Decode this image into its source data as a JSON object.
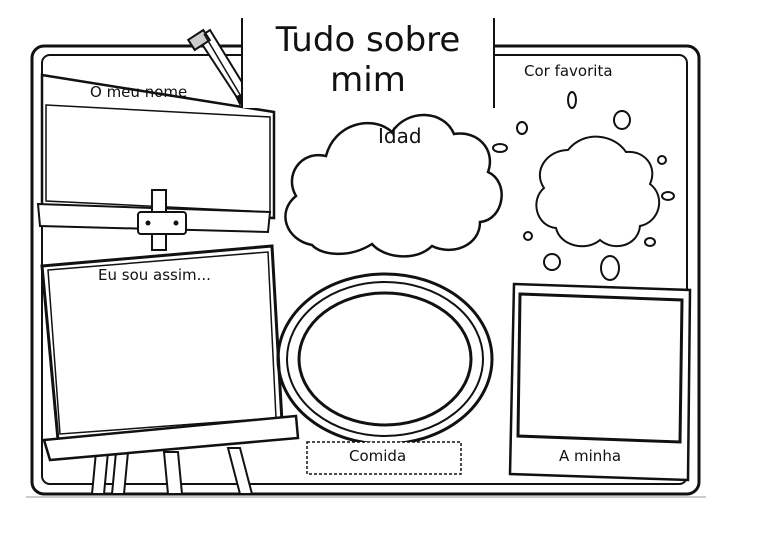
{
  "title": {
    "line1": "Tudo sobre",
    "line2": "mim"
  },
  "labels": {
    "name": "O meu nome",
    "favorite_color": "Cor favorita",
    "age": "Idad",
    "self_portrait": "Eu sou assim...",
    "food": "Comida",
    "photo": "A minha"
  },
  "icons": [
    "pencil-icon",
    "paint-splash-icon",
    "cloud-icon",
    "easel-icon",
    "plate-icon",
    "photo-frame-icon"
  ]
}
